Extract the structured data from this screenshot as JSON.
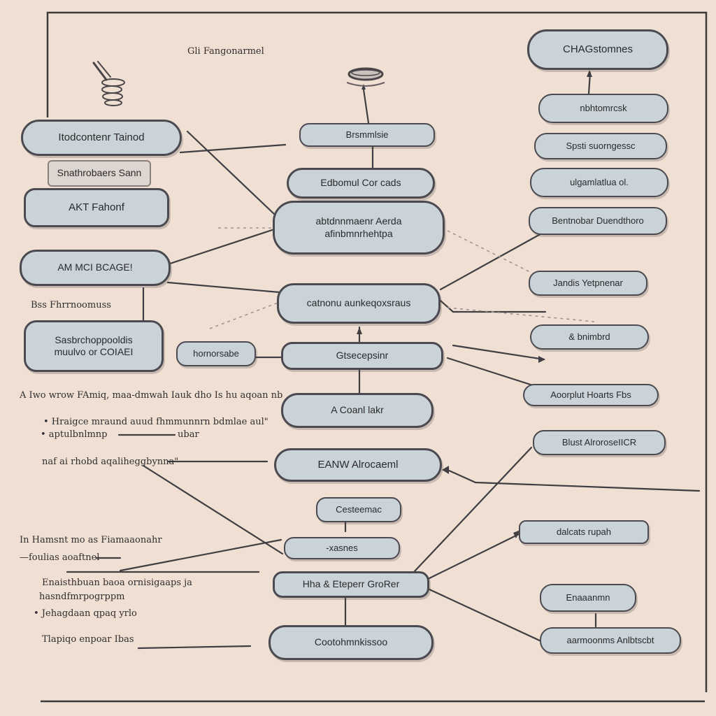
{
  "header_text": "Gli Fangonarmel",
  "nodes": {
    "top_right": "CHAGstomnes",
    "top_left": "Itodcontenr Tainod",
    "left_flat": "Snathrobaers Sann",
    "left_2": "AKT Fahonf",
    "left_3": "AM MCI BCAGE!",
    "left_4": "Sasbrchoppooldis\nmuulvo or COIAEI",
    "left_small": "hornorsabe",
    "center_1": "Brsmmlsie",
    "center_2": "Edbomul Cor cads",
    "center_3": "abtdnnmaenr Aerda\nafinbmnrhehtpa",
    "center_4": "catnonu aunkeqoxsraus",
    "center_5": "Gtsecepsinr",
    "center_6": "A Coanl lakr",
    "center_7": "EANW Alrocaeml",
    "center_8": "Cesteemac",
    "center_9": "-xasnes",
    "center_10": "Hha & Eteperr GroRer",
    "center_11": "Cootohmnkissoo",
    "right_1": "nbhtomrcsk",
    "right_2": "Spsti suorngessc",
    "right_3": "ulgamlatlua ol.",
    "right_4": "Bentnobar Duendthoro",
    "right_5": "Jandis Yetpnenar",
    "right_6": "& bnimbrd",
    "right_7": "Aoorplut Hoarts Fbs",
    "right_8": "Blust AlroroseIICR",
    "right_9": "dalcats rupah",
    "right_10": "Enaaanmn",
    "right_11": "aarmoonms Anlbtscbt"
  },
  "notes": {
    "left_title": "Bss Fhrrnoomuss",
    "left_para": "A Iwo wrow FAmiq, maa-dmwah Iauk dho Is hu aqoan nb",
    "bullet_1": "• Hraigce mraund auud fhmmunnrn bdmlae aul\"",
    "bullet_2": "• aptulbnlmnp",
    "bullet_2_tail": "ubar",
    "line_note": "naf ai rhobd aqaliheggbynna\"",
    "lower_1": "In Hamsnt mo as Fiamaaonahr",
    "lower_2": "—foulias aoaftnel",
    "block_1": "Enaisthbuan baoa ornisigaaps ja",
    "block_2": "hasndfmrpogrppm",
    "block_3": "• Jehagdaan qpaq yrlo",
    "block_4": "Tlapiqo enpoar Ibas"
  },
  "icons": [
    "hand-icon",
    "disc-icon"
  ]
}
